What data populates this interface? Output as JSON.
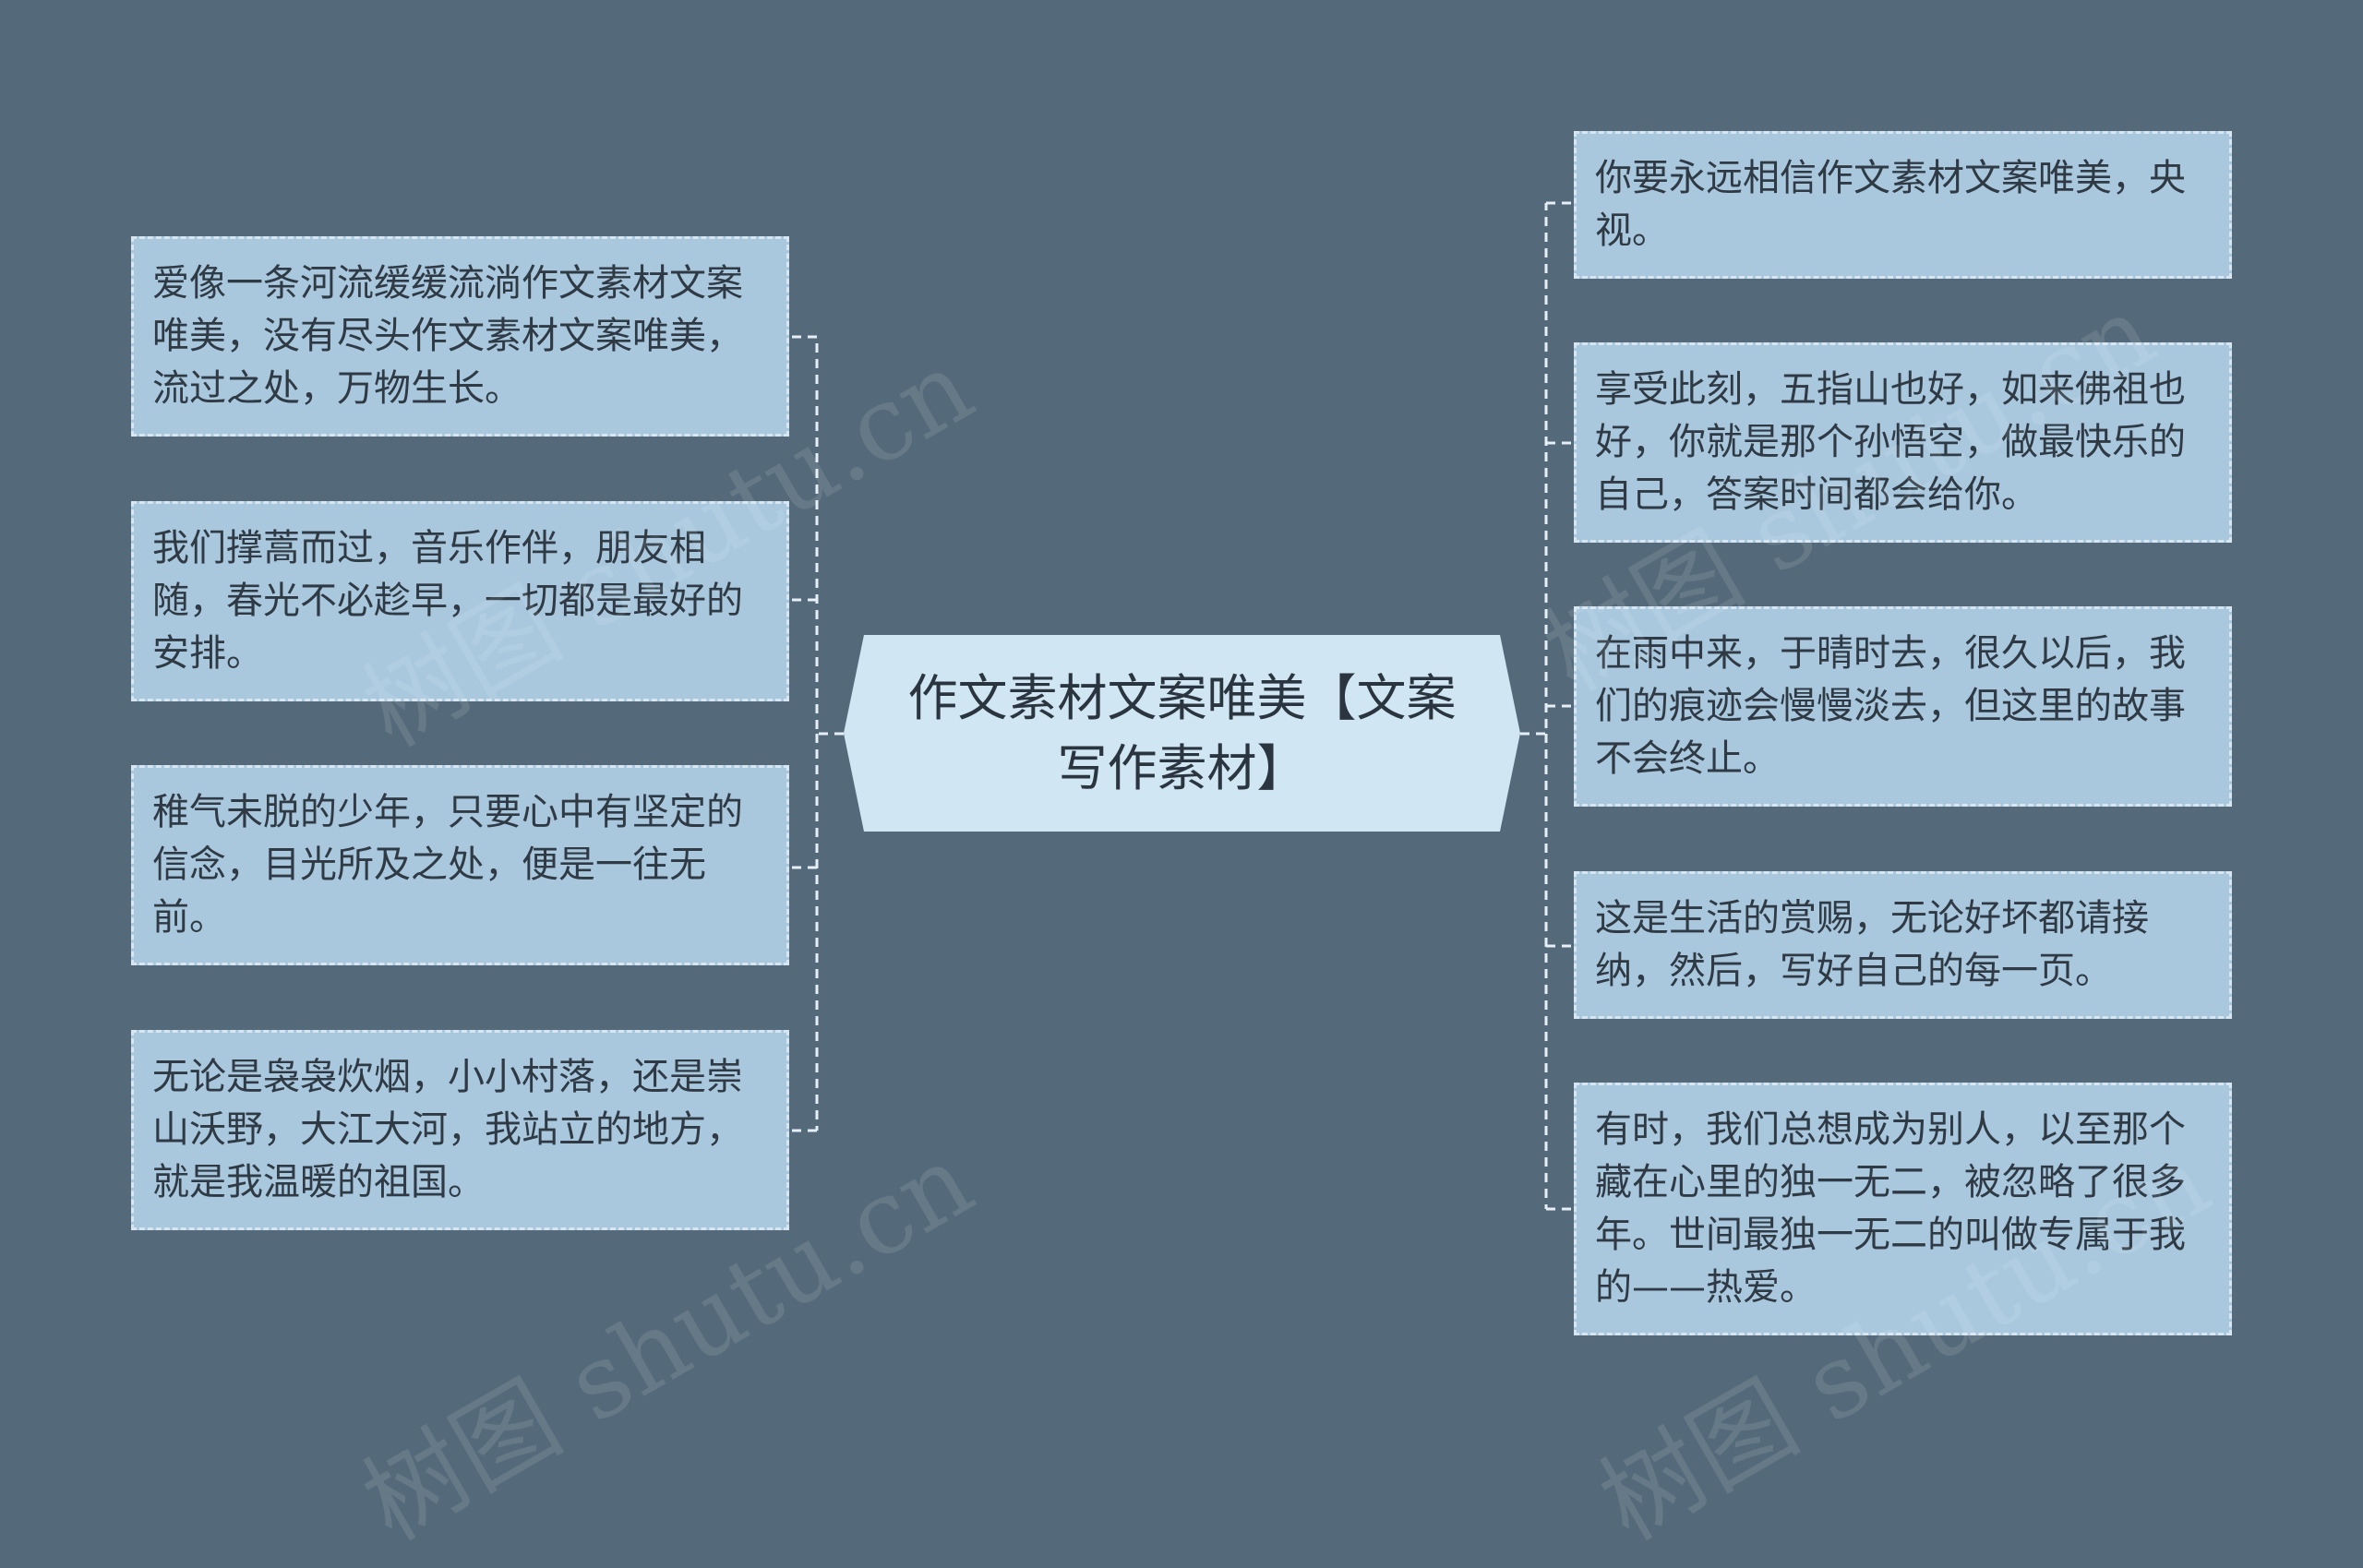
{
  "center": {
    "title": "作文素材文案唯美【文案写作素材】"
  },
  "left_nodes": [
    {
      "text": "爱像一条河流缓缓流淌作文素材文案唯美，没有尽头作文素材文案唯美，流过之处，万物生长。"
    },
    {
      "text": "我们撑蒿而过，音乐作伴，朋友相随，春光不必趁早，一切都是最好的安排。"
    },
    {
      "text": "稚气未脱的少年，只要心中有坚定的信念，目光所及之处，便是一往无前。"
    },
    {
      "text": "无论是袅袅炊烟，小小村落，还是崇山沃野，大江大河，我站立的地方，就是我温暖的祖国。"
    }
  ],
  "right_nodes": [
    {
      "text": "你要永远相信作文素材文案唯美，央视。"
    },
    {
      "text": "享受此刻，五指山也好，如来佛祖也好，你就是那个孙悟空，做最快乐的自己，答案时间都会给你。"
    },
    {
      "text": "在雨中来，于晴时去，很久以后，我们的痕迹会慢慢淡去，但这里的故事不会终止。"
    },
    {
      "text": "这是生活的赏赐，无论好坏都请接纳，然后，写好自己的每一页。"
    },
    {
      "text": "有时，我们总想成为别人，以至那个藏在心里的独一无二，被忽略了很多年。世间最独一无二的叫做专属于我的——热爱。"
    }
  ],
  "watermark": "树图 shutu.cn",
  "colors": {
    "background": "#546a7a",
    "node_fill": "#a9c8de",
    "center_fill": "#d0e6f3",
    "connector": "#e6eff6"
  }
}
